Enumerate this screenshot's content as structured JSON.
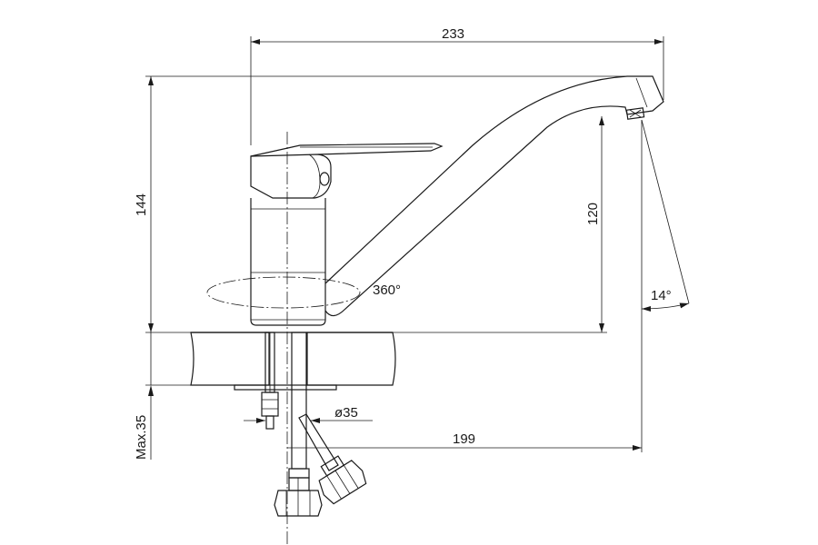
{
  "dimensions": {
    "overall_width": "233",
    "overall_height": "144",
    "spout_height": "120",
    "spout_reach": "199",
    "base_diameter": "ø35",
    "max_thickness": "Max.35",
    "rotation": "360°",
    "spout_angle": "14°"
  }
}
